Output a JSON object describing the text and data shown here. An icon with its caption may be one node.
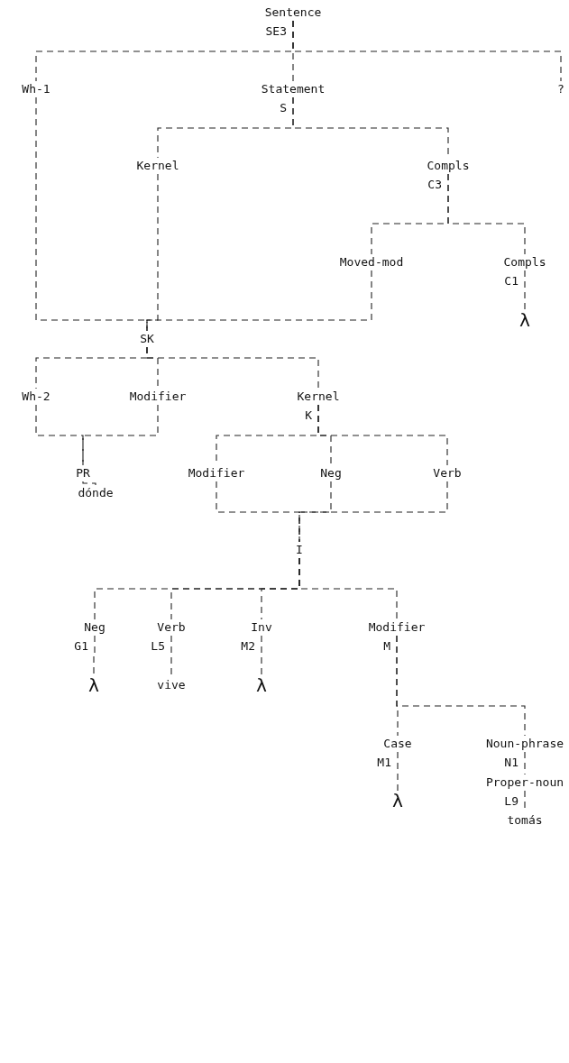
{
  "diagram": {
    "nodes": [
      {
        "text": [
          "Sentence"
        ],
        "beside": [
          "SE3"
        ]
      },
      {
        "text": [
          "Wh-1"
        ]
      },
      {
        "text": [
          "Statement"
        ],
        "beside": [
          "S"
        ]
      },
      {
        "text": [
          "?"
        ]
      },
      {
        "text": [
          "Kernel"
        ]
      },
      {
        "text": [
          "Compls"
        ],
        "beside": [
          "C3"
        ]
      },
      {
        "text": [
          "Moved-mod"
        ]
      },
      {
        "text": [
          "Compls"
        ],
        "beside": [
          "C1"
        ]
      },
      {
        "text": [
          "λ"
        ]
      },
      {
        "text": [
          "SK"
        ]
      },
      {
        "text": [
          "Wh-2"
        ]
      },
      {
        "text": [
          "Modifier"
        ]
      },
      {
        "text": [
          "Kernel"
        ],
        "beside": [
          "K"
        ]
      },
      {
        "text": [
          "PR"
        ]
      },
      {
        "text": [
          "dónde"
        ]
      },
      {
        "text": [
          "Modifier"
        ]
      },
      {
        "text": [
          "Neg"
        ]
      },
      {
        "text": [
          "Verb"
        ]
      },
      {
        "text": [
          "I"
        ]
      },
      {
        "text": [
          "Neg"
        ],
        "beside": [
          "G1"
        ]
      },
      {
        "text": [
          "Verb"
        ],
        "beside": [
          "L5"
        ]
      },
      {
        "text": [
          "Inv"
        ],
        "beside": [
          "M2"
        ]
      },
      {
        "text": [
          "Modifier"
        ],
        "beside": [
          "M"
        ]
      },
      {
        "text": [
          "λ"
        ]
      },
      {
        "text": [
          "vive"
        ]
      },
      {
        "text": [
          "λ"
        ]
      },
      {
        "text": [
          "Case"
        ],
        "beside": [
          "M1"
        ]
      },
      {
        "text": [
          "Noun-phrase"
        ],
        "beside": [
          "N1"
        ]
      },
      {
        "text": [
          "λ"
        ]
      },
      {
        "text": [
          "Proper-noun"
        ],
        "beside": [
          "L9"
        ]
      },
      {
        "text": [
          "tomás"
        ]
      }
    ],
    "edges": [
      {
        "from": 0,
        "to": 1,
        "arrow": "none"
      },
      {
        "from": 0,
        "to": 2,
        "arrow": "none"
      },
      {
        "from": 0,
        "to": 3,
        "arrow": "none"
      },
      {
        "from": 2,
        "to": 4,
        "arrow": "none"
      },
      {
        "from": 2,
        "to": 5,
        "arrow": "none"
      },
      {
        "from": 5,
        "to": 6,
        "arrow": "none"
      },
      {
        "from": 5,
        "to": 7,
        "arrow": "none"
      },
      {
        "from": 7,
        "to": 8,
        "arrow": "none"
      },
      {
        "from": 1,
        "to": 9,
        "arrow": "none"
      },
      {
        "from": 4,
        "to": 9,
        "arrow": "none"
      },
      {
        "from": 6,
        "to": 9,
        "arrow": "none"
      },
      {
        "from": 9,
        "to": 10,
        "arrow": "none"
      },
      {
        "from": 9,
        "to": 11,
        "arrow": "none"
      },
      {
        "from": 9,
        "to": 12,
        "arrow": "none"
      },
      {
        "from": 10,
        "to": 13,
        "arrow": "none"
      },
      {
        "from": 11,
        "to": 13,
        "arrow": "none"
      },
      {
        "from": 13,
        "to": 14,
        "arrow": "none"
      },
      {
        "from": 12,
        "to": 15,
        "arrow": "none"
      },
      {
        "from": 12,
        "to": 16,
        "arrow": "none"
      },
      {
        "from": 12,
        "to": 17,
        "arrow": "none"
      },
      {
        "from": 15,
        "to": 18,
        "arrow": "none"
      },
      {
        "from": 16,
        "to": 18,
        "arrow": "none"
      },
      {
        "from": 17,
        "to": 18,
        "arrow": "none"
      },
      {
        "from": 18,
        "to": 19,
        "arrow": "none"
      },
      {
        "from": 18,
        "to": 20,
        "arrow": "none"
      },
      {
        "from": 18,
        "to": 21,
        "arrow": "none"
      },
      {
        "from": 18,
        "to": 22,
        "arrow": "none"
      },
      {
        "from": 19,
        "to": 23,
        "arrow": "none"
      },
      {
        "from": 20,
        "to": 24,
        "arrow": "none"
      },
      {
        "from": 21,
        "to": 25,
        "arrow": "none"
      },
      {
        "from": 22,
        "to": 26,
        "arrow": "none"
      },
      {
        "from": 22,
        "to": 27,
        "arrow": "none"
      },
      {
        "from": 26,
        "to": 28,
        "arrow": "none"
      },
      {
        "from": 27,
        "to": 29,
        "arrow": "none"
      },
      {
        "from": 29,
        "to": 30,
        "arrow": "none"
      }
    ]
  }
}
